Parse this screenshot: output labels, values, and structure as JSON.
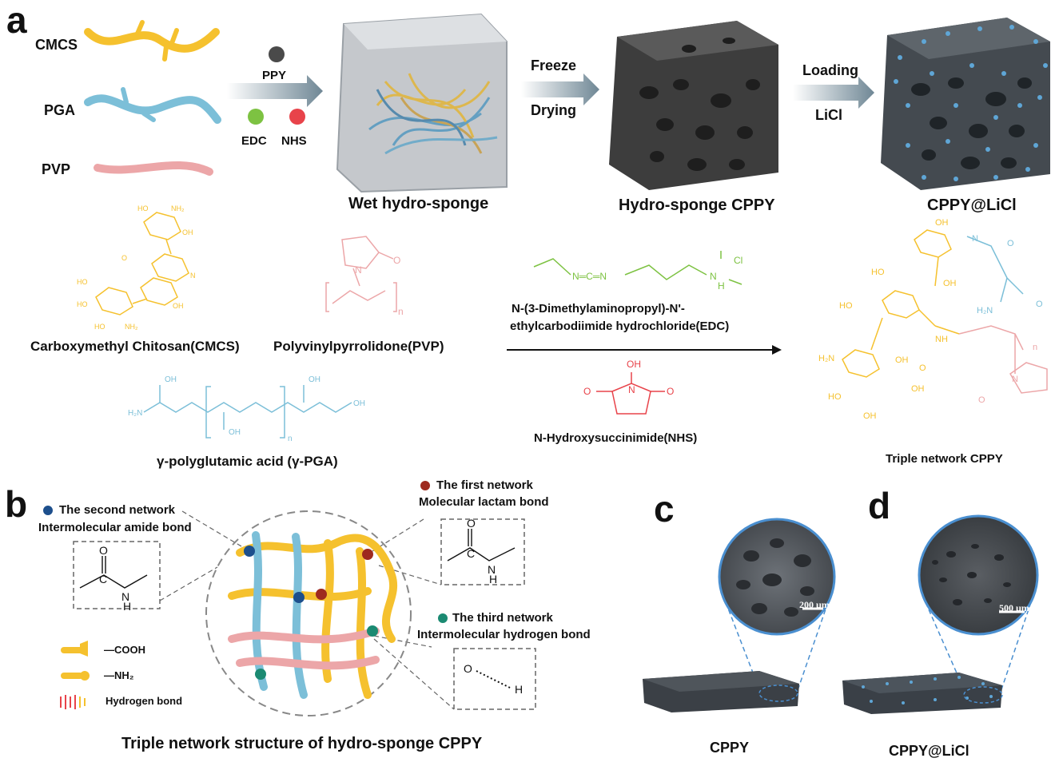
{
  "panels": {
    "a": "a",
    "b": "b",
    "c": "c",
    "d": "d"
  },
  "panel_a": {
    "polymers": [
      "CMCS",
      "PGA",
      "PVP"
    ],
    "reagents": {
      "ppy": "PPY",
      "edc": "EDC",
      "nhs": "NHS"
    },
    "steps": {
      "freeze": "Freeze",
      "drying": "Drying",
      "loading": "Loading",
      "licl": "LiCl"
    },
    "stages": {
      "wet": "Wet hydro-sponge",
      "cppy": "Hydro-sponge CPPY",
      "licl": "CPPY@LiCl"
    },
    "structures": {
      "cmcs": "Carboxymethyl Chitosan(CMCS)",
      "pvp": "Polyvinylpyrrolidone(PVP)",
      "pga": "γ-polyglutamic acid (γ-PGA)",
      "edc_line1": "N-(3-Dimethylaminopropyl)-N'-",
      "edc_line2": "ethylcarbodiimide hydrochloride(EDC)",
      "nhs": "N-Hydroxysuccinimide(NHS)",
      "triple": "Triple network CPPY"
    }
  },
  "panel_b": {
    "second_network": "The second network",
    "second_bond": "Intermolecular amide bond",
    "first_network": "The first network",
    "first_bond": "Molecular lactam bond",
    "third_network": "The third network",
    "third_bond": "Intermolecular hydrogen bond",
    "legend": {
      "cooh": "—COOH",
      "nh2": "—NH₂",
      "hbond": "Hydrogen bond"
    },
    "caption": "Triple network structure of hydro-sponge CPPY"
  },
  "panel_c": {
    "scale": "200 μm",
    "caption": "CPPY"
  },
  "panel_d": {
    "scale": "500 μm",
    "caption": "CPPY@LiCl"
  },
  "colors": {
    "cmcs": "#f5c12e",
    "pga": "#7cbfd8",
    "pvp": "#eca6a8",
    "edc": "#7dc242",
    "nhs": "#e8434a",
    "dark": "#4a4a4a"
  }
}
